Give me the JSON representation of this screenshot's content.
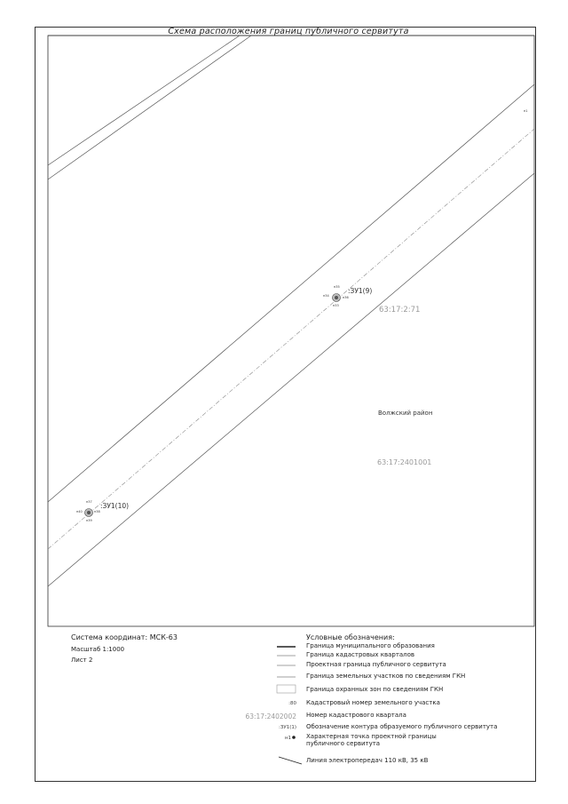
{
  "title": "Схема расположения границ публичного сервитута",
  "map": {
    "quarter_label_1": "63:17:2:71",
    "district_label": "Волжский район",
    "quarter_label_2": "63:17:2401001",
    "contour_1": {
      "label": ":ЗУ1(9)",
      "points": [
        "н35",
        "н34",
        "н36",
        "н33"
      ]
    },
    "contour_2": {
      "label": ":ЗУ1(10)",
      "points": [
        "н37",
        "н40",
        "н38",
        "н39"
      ]
    },
    "corner_point": "н1"
  },
  "info": {
    "coords": "Система координат: МСК-63",
    "scale": "Масштаб 1:1000",
    "sheet": "Лист 2"
  },
  "legend": {
    "title": "Условные обозначения:",
    "items": [
      {
        "label": "Граница муниципального образования"
      },
      {
        "label": "Граница кадастровых кварталов"
      },
      {
        "label": "Проектная граница публичного сервитута"
      },
      {
        "label": "Граница земельных участков по сведениям ГКН"
      },
      {
        "label": "Граница охранных зон по сведениям ГКН"
      },
      {
        "label": "Кадастровый номер земельного участка",
        "sample": ":80"
      },
      {
        "label": "Номер кадастрового квартала",
        "sample": "63:17:2402002"
      },
      {
        "label": "Обозначение контура образуемого публичного сервитута",
        "sample": ":ЗУ1(1)"
      },
      {
        "label": "Характерная точка проектной границы публичного сервитута",
        "sample": "н1"
      },
      {
        "label": "Линия электропередач 110 кВ, 35 кВ"
      }
    ]
  }
}
